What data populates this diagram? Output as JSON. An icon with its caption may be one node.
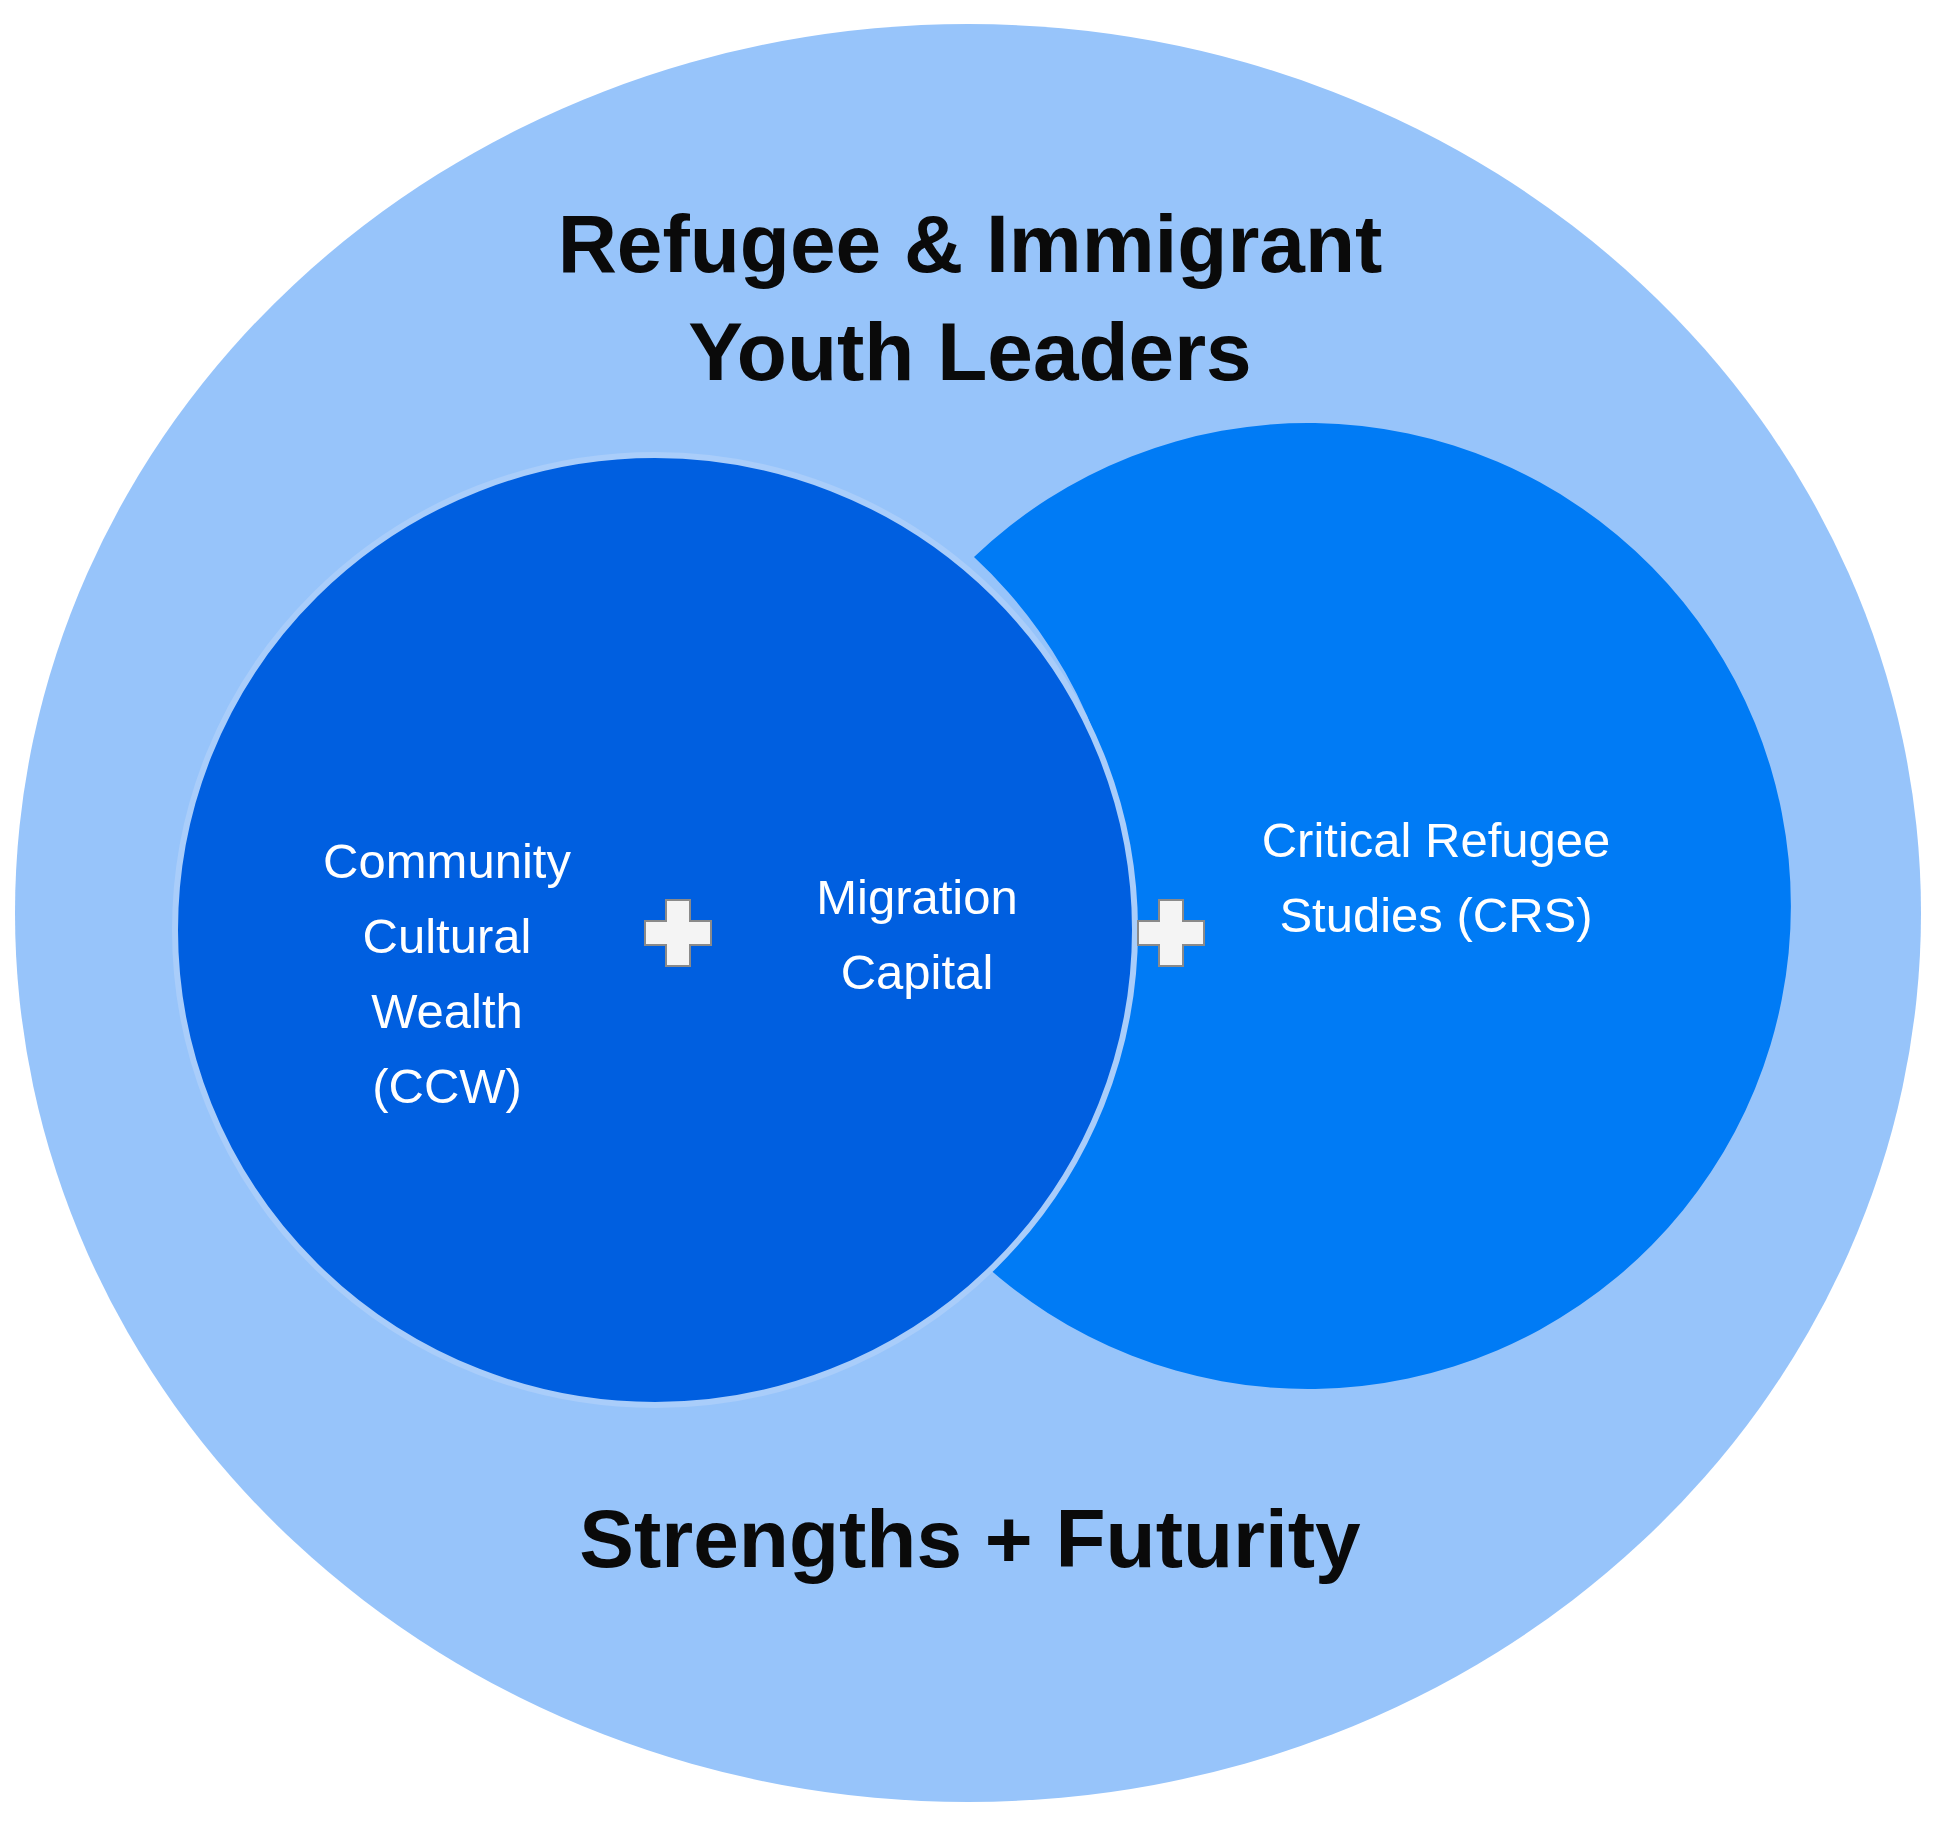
{
  "diagram": {
    "nodes": [
      {
        "text": [
          "Refugee & Immigrant Youth Leaders",
          "Strengths + Futurity"
        ]
      },
      {
        "text": [
          "Community Cultural Wealth (CCW)",
          "Migration Capital"
        ],
        "in": 0
      },
      {
        "text": [
          "Critical Refugee Studies (CRS)"
        ],
        "in": 0
      }
    ]
  }
}
